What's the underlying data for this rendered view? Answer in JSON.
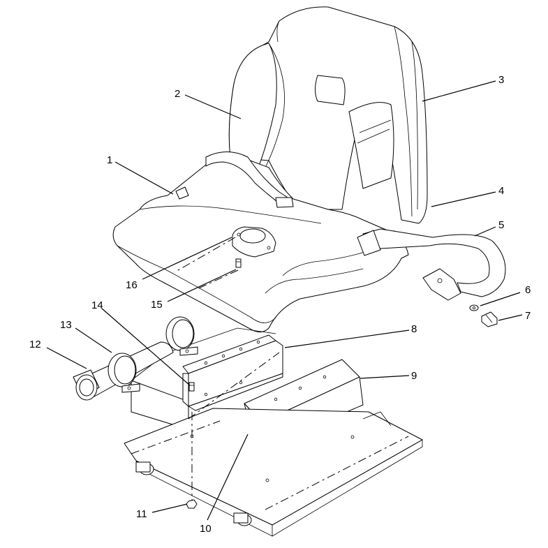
{
  "diagram": {
    "background": "#ffffff",
    "line_color": "#000000",
    "callouts": [
      {
        "id": "1",
        "label": "1"
      },
      {
        "id": "2",
        "label": "2"
      },
      {
        "id": "3",
        "label": "3"
      },
      {
        "id": "4",
        "label": "4"
      },
      {
        "id": "5",
        "label": "5"
      },
      {
        "id": "6",
        "label": "6"
      },
      {
        "id": "7",
        "label": "7"
      },
      {
        "id": "8",
        "label": "8"
      },
      {
        "id": "9",
        "label": "9"
      },
      {
        "id": "10",
        "label": "10"
      },
      {
        "id": "11",
        "label": "11"
      },
      {
        "id": "12",
        "label": "12"
      },
      {
        "id": "13",
        "label": "13"
      },
      {
        "id": "14",
        "label": "14"
      },
      {
        "id": "15",
        "label": "15"
      },
      {
        "id": "16",
        "label": "16"
      }
    ]
  }
}
